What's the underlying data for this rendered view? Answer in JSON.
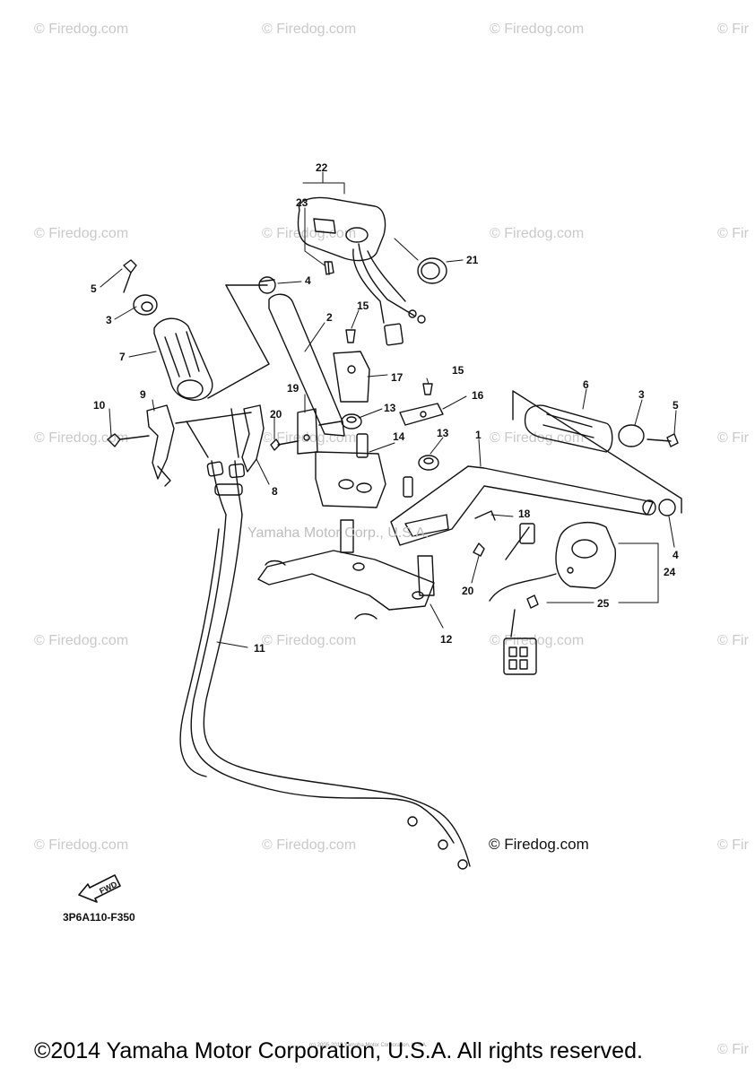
{
  "watermarks": {
    "firedog": "© Firedog.com",
    "firedog_partial": "© Fir"
  },
  "diagram": {
    "corp_watermark": "Yamaha Motor Corp., U.S.A.",
    "firedog_label": "© Firedog.com",
    "fwd_label": "FWD",
    "code": "3P6A110-F350",
    "part_labels": [
      "1",
      "2",
      "3",
      "3",
      "4",
      "4",
      "5",
      "5",
      "6",
      "7",
      "8",
      "9",
      "10",
      "11",
      "12",
      "13",
      "13",
      "14",
      "15",
      "15",
      "16",
      "17",
      "18",
      "19",
      "20",
      "20",
      "21",
      "22",
      "23",
      "24",
      "25"
    ]
  },
  "footer": {
    "copyright": "©2014 Yamaha Motor Corporation, U.S.A. All rights reserved.",
    "fine_print": "(c) 2005-2015 Yamaha Motor Corporation, U.S.A."
  }
}
